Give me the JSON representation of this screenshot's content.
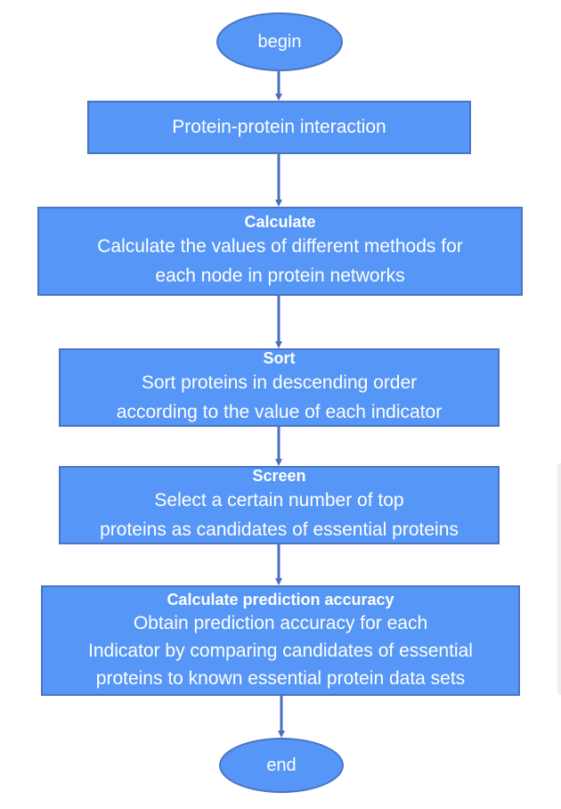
{
  "diagram": {
    "begin": "begin",
    "ppi": "Protein-protein interaction",
    "calculate": {
      "title": "Calculate",
      "lines": [
        "Calculate the values of different methods for",
        "each node in protein networks"
      ]
    },
    "sort": {
      "title": "Sort",
      "lines": [
        "Sort proteins in descending order",
        "according to the value of each indicator"
      ]
    },
    "screen": {
      "title": "Screen",
      "lines": [
        "Select a certain number of top",
        "proteins as candidates of essential proteins"
      ]
    },
    "accuracy": {
      "title": "Calculate prediction accuracy",
      "lines": [
        "Obtain prediction accuracy for each",
        "Indicator by comparing candidates of essential",
        "proteins to known essential protein data sets"
      ]
    },
    "end": "end"
  },
  "colors": {
    "box_fill": "#5696f6",
    "box_border": "#4a74c4",
    "arrow": "#4a6fc0",
    "text": "#ffffff"
  }
}
